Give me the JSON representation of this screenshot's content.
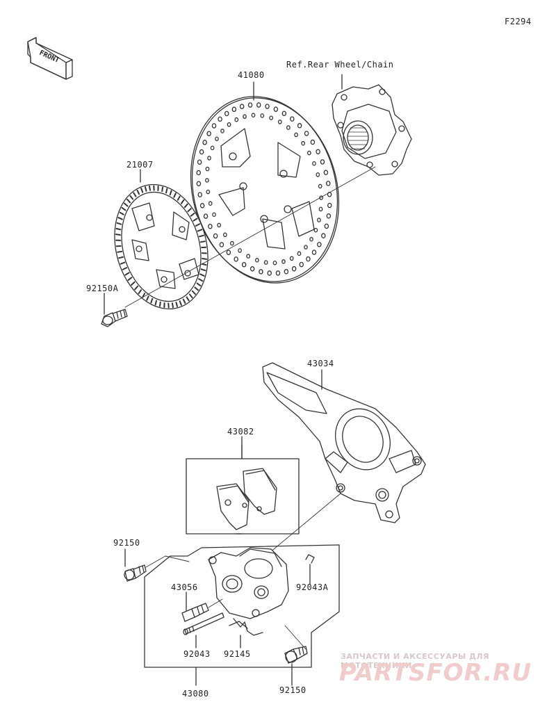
{
  "diagram_code": "F2294",
  "front_label": "FRONT",
  "ref_label": "Ref.Rear Wheel/Chain",
  "parts": {
    "disc": "41080",
    "sensor_rotor": "21007",
    "rotor_bolt": "92150A",
    "caliper_bracket": "43034",
    "pad_set": "43082",
    "bolt_upper": "92150",
    "bleeder": "43056",
    "clip": "92043A",
    "pin": "92043",
    "spring": "92145",
    "caliper_assy": "43080",
    "bolt_lower": "92150"
  },
  "watermark": {
    "tagline": "ЗАПЧАСТИ И АКСЕССУАРЫ ДЛЯ МОТОТЕХНИКИ",
    "logo": "PARTSFOR.RU"
  }
}
